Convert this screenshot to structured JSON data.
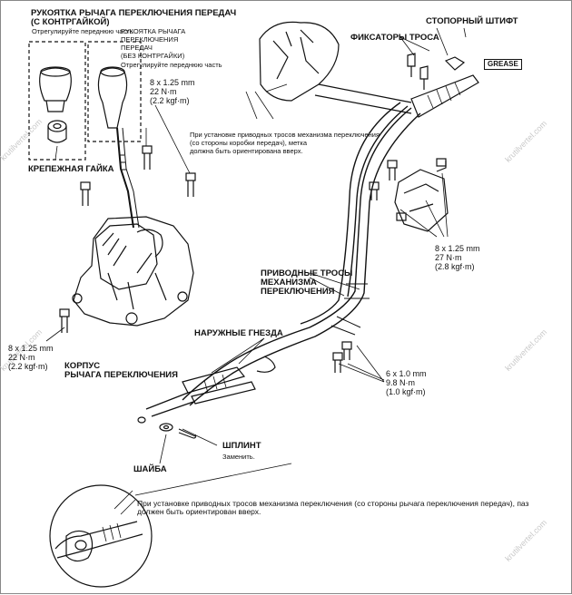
{
  "labels": {
    "knob_title": "РУКОЯТКА РЫЧАГА ПЕРЕКЛЮЧЕНИЯ ПЕРЕДАЧ\n(С КОНТРГАЙКОЙ)",
    "knob_note": "Отрегулируйте переднюю часть",
    "knob2_title": "РУКОЯТКА РЫЧАГА\nПЕРЕКЛЮЧЕНИЯ\nПЕРЕДАЧ\n(БЕЗ КОНТРГАЙКИ)",
    "knob2_note": "Отрегулируйте переднюю часть",
    "torque_top": "8 x 1.25 mm\n22 N·m\n(2.2 kgf·m)",
    "cable_note_top": "При установке приводных тросов механизма переключения\n(со стороны коробки передач), метка\nдолжна быть ориентирована вверх.",
    "lock_nut": "КРЕПЕЖНАЯ ГАЙКА",
    "cable_clips": "ФИКСАТОРЫ ТРОСА",
    "lock_pin": "СТОПОРНЫЙ ШТИФТ",
    "grease": "GREASE",
    "torque_right": "8 x 1.25 mm\n27 N·m\n(2.8 kgf·m)",
    "cables": "ПРИВОДНЫЕ ТРОСЫ\nМЕХАНИЗМА\nПЕРЕКЛЮЧЕНИЯ",
    "outer_sockets": "НАРУЖНЫЕ ГНЕЗДА",
    "torque_left": "8 x 1.25 mm\n22 N·m\n(2.2 kgf·m)",
    "housing": "КОРПУС\nРЫЧАГА ПЕРЕКЛЮЧЕНИЯ",
    "torque_mid": "6 x 1.0 mm\n9.8 N·m\n(1.0 kgf·m)",
    "cotter_pin": "ШПЛИНТ",
    "cotter_note": "Заменить.",
    "washer": "ШАЙБА",
    "bottom_note": "При установке приводных тросов механизма переключения (со стороны рычага переключения передач), паз\nдолжен быть ориентирован вверх."
  },
  "watermark": "krutilvertel.com"
}
